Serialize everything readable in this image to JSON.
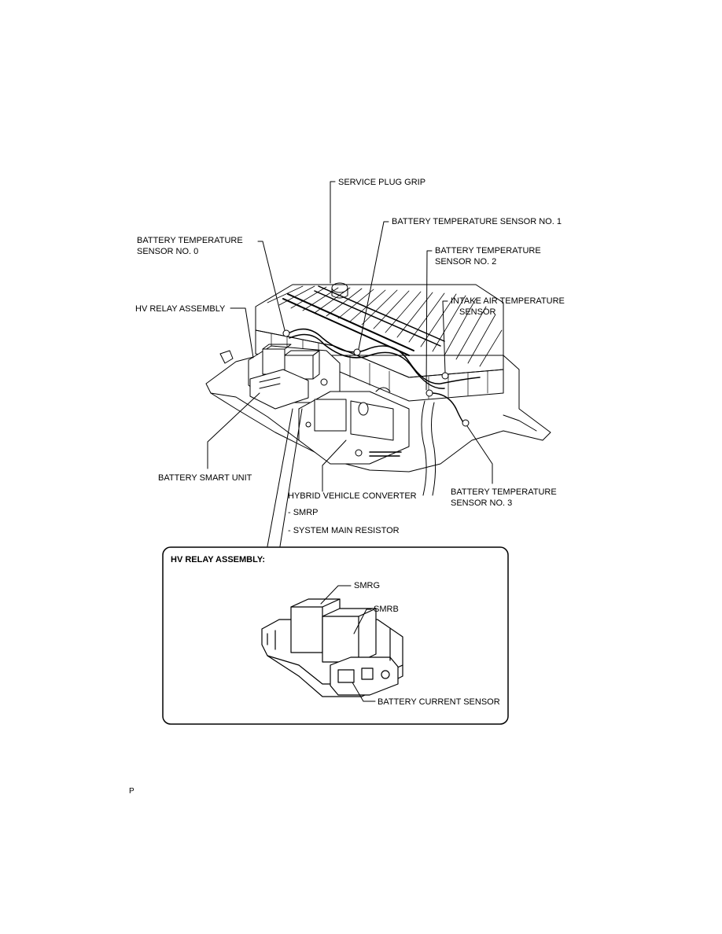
{
  "labels": {
    "service_plug_grip": "SERVICE PLUG GRIP",
    "temp_sensor_1": "BATTERY TEMPERATURE SENSOR NO. 1",
    "temp_sensor_0_line1": "BATTERY TEMPERATURE",
    "temp_sensor_0_line2": "SENSOR NO. 0",
    "temp_sensor_2_line1": "BATTERY TEMPERATURE",
    "temp_sensor_2_line2": "SENSOR NO. 2",
    "intake_air_line1": "INTAKE AIR TEMPERATURE",
    "intake_air_line2": "SENSOR",
    "hv_relay_assembly": "HV RELAY ASSEMBLY",
    "battery_smart_unit": "BATTERY SMART UNIT",
    "hybrid_vehicle_converter": "HYBRID VEHICLE CONVERTER",
    "smrp": "- SMRP",
    "system_main_resistor": "- SYSTEM MAIN RESISTOR",
    "temp_sensor_3_line1": "BATTERY TEMPERATURE",
    "temp_sensor_3_line2": "SENSOR NO. 3"
  },
  "inset": {
    "title": "HV RELAY ASSEMBLY:",
    "smrg": "SMRG",
    "smrb": "SMRB",
    "battery_current_sensor": "BATTERY CURRENT SENSOR"
  },
  "page_marker": "P"
}
